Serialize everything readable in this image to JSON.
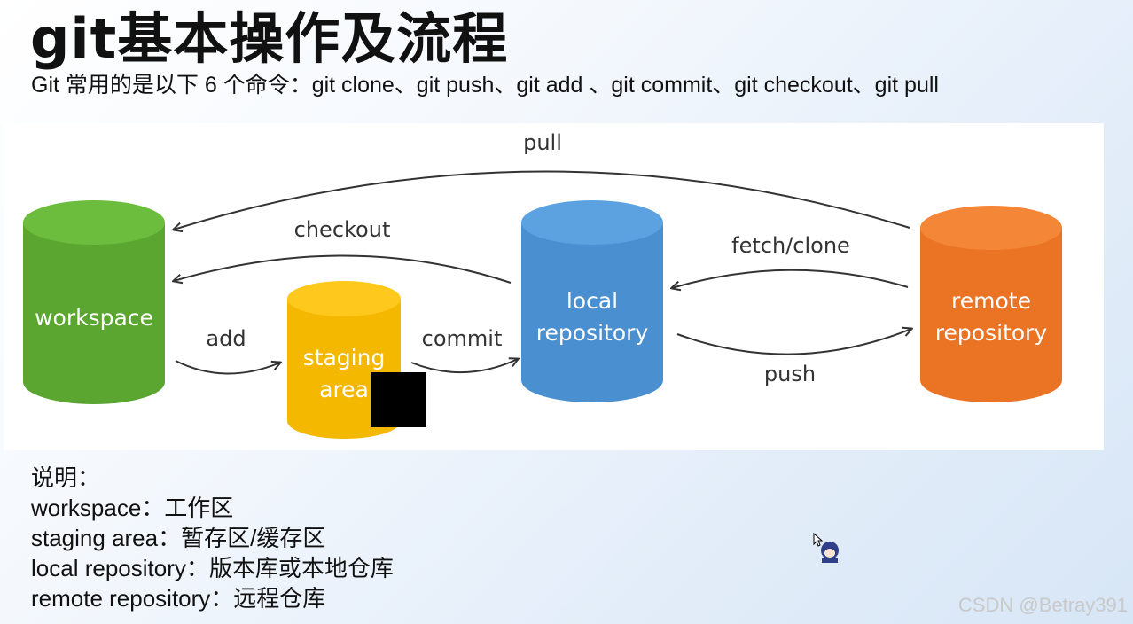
{
  "slide": {
    "title": "git基本操作及流程",
    "subtitle": "Git 常用的是以下 6 个命令：git clone、git push、git add 、git commit、git checkout、git pull"
  },
  "diagram": {
    "nodes": {
      "workspace": {
        "label": "workspace",
        "color": "#5ba531"
      },
      "staging": {
        "line1": "staging",
        "line2": "area",
        "color": "#f5b800"
      },
      "local": {
        "line1": "local",
        "line2": "repository",
        "color": "#4a90d0"
      },
      "remote": {
        "line1": "remote",
        "line2": "repository",
        "color": "#eb7424"
      }
    },
    "arrows": {
      "pull": "pull",
      "checkout": "checkout",
      "fetch_clone": "fetch/clone",
      "add": "add",
      "commit": "commit",
      "push": "push"
    }
  },
  "legend": {
    "heading": "说明：",
    "items": [
      "workspace：工作区",
      "staging area：暂存区/缓存区",
      "local repository：版本库或本地仓库",
      "remote repository：远程仓库"
    ]
  },
  "watermark": "CSDN @Betray391"
}
